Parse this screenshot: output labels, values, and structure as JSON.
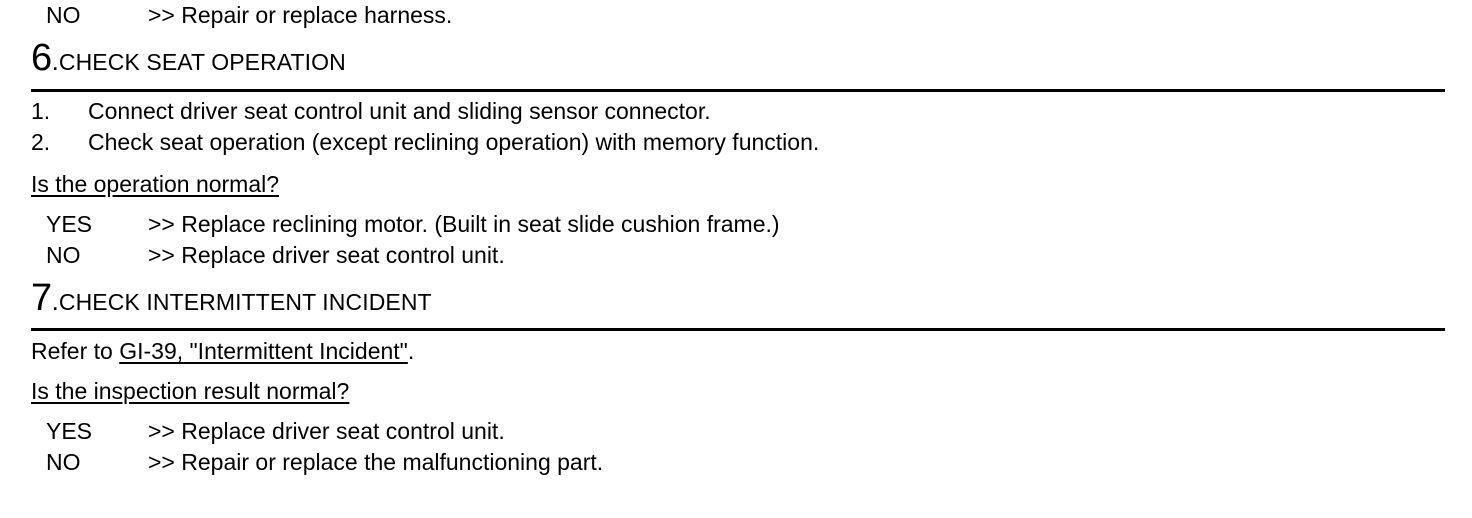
{
  "document": {
    "type": "service-manual-diagnostic-procedure"
  },
  "top_answer": {
    "label": "NO",
    "arrow": ">>",
    "text": "Repair or replace harness."
  },
  "steps": [
    {
      "number": "6",
      "dot": ".",
      "title": "CHECK SEAT OPERATION",
      "list": [
        {
          "marker": "1.",
          "text": "Connect driver seat control unit and sliding sensor connector."
        },
        {
          "marker": "2.",
          "text": "Check seat operation (except reclining operation) with memory function."
        }
      ],
      "question": "Is the operation normal?",
      "answers": [
        {
          "label": "YES",
          "arrow": ">>",
          "text": "Replace reclining motor. (Built in seat slide cushion frame.)"
        },
        {
          "label": "NO",
          "arrow": ">>",
          "text": "Replace driver seat control unit."
        }
      ]
    },
    {
      "number": "7",
      "dot": ".",
      "title": "CHECK INTERMITTENT INCIDENT",
      "refer": {
        "prefix": "Refer to ",
        "link": "GI-39, \"Intermittent Incident\"",
        "suffix": "."
      },
      "question": "Is the inspection result normal?",
      "answers": [
        {
          "label": "YES",
          "arrow": ">>",
          "text": "Replace driver seat control unit."
        },
        {
          "label": "NO",
          "arrow": ">>",
          "text": "Repair or replace the malfunctioning part."
        }
      ]
    }
  ],
  "colors": {
    "text": "#000000",
    "background": "#ffffff",
    "rule": "#000000"
  }
}
